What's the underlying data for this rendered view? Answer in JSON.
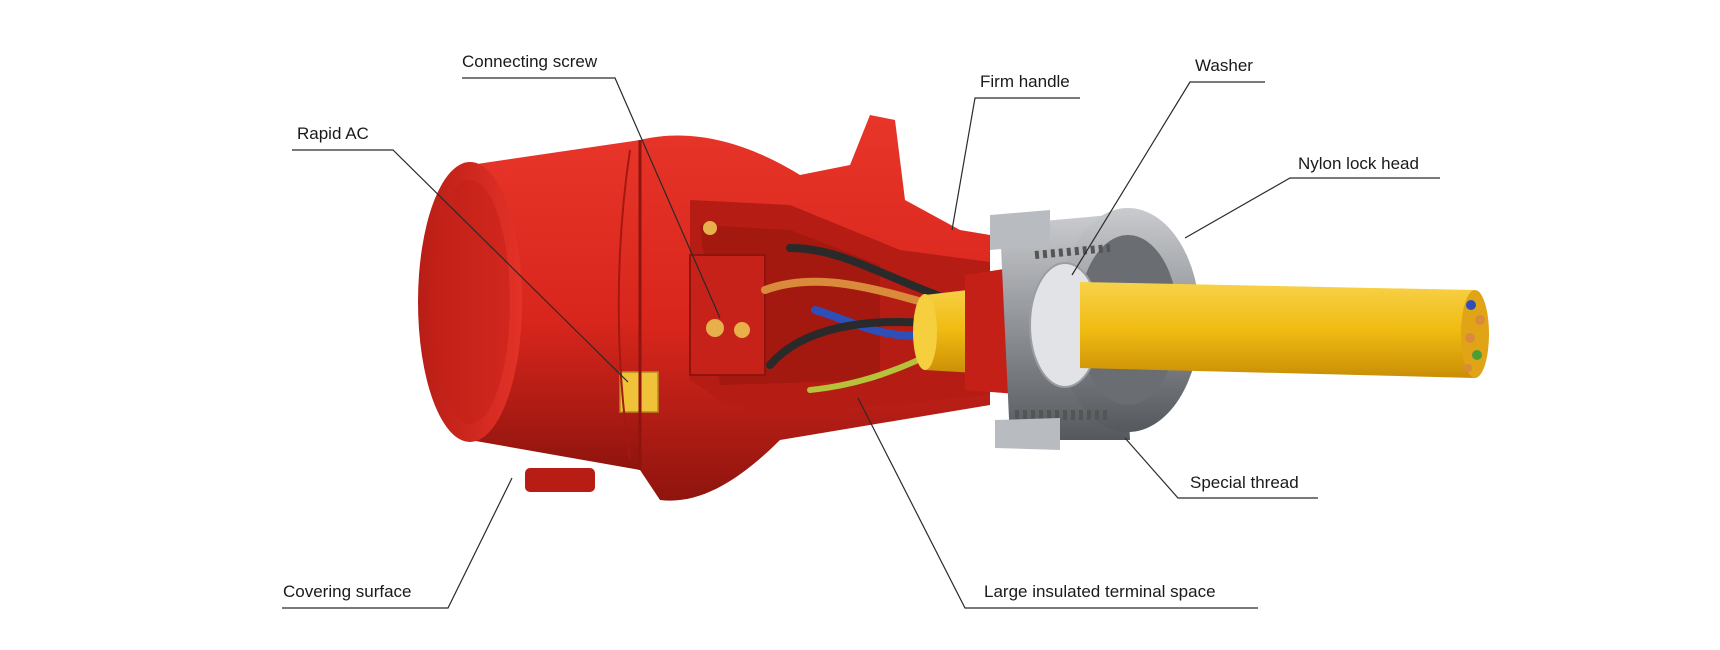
{
  "labels": {
    "connecting_screw": "Connecting screw",
    "firm_handle": "Firm handle",
    "washer": "Washer",
    "rapid_ac": "Rapid AC",
    "nylon_lock_head": "Nylon lock head",
    "special_thread": "Special thread",
    "covering_surface": "Covering surface",
    "large_insulated_terminal_space": "Large insulated terminal space"
  },
  "colors": {
    "housing_red": "#d8261c",
    "housing_dark": "#9e1610",
    "cable_yellow": "#f2c21a",
    "nut_grey": "#8a8d92",
    "leader_line": "#2a2a2a"
  }
}
